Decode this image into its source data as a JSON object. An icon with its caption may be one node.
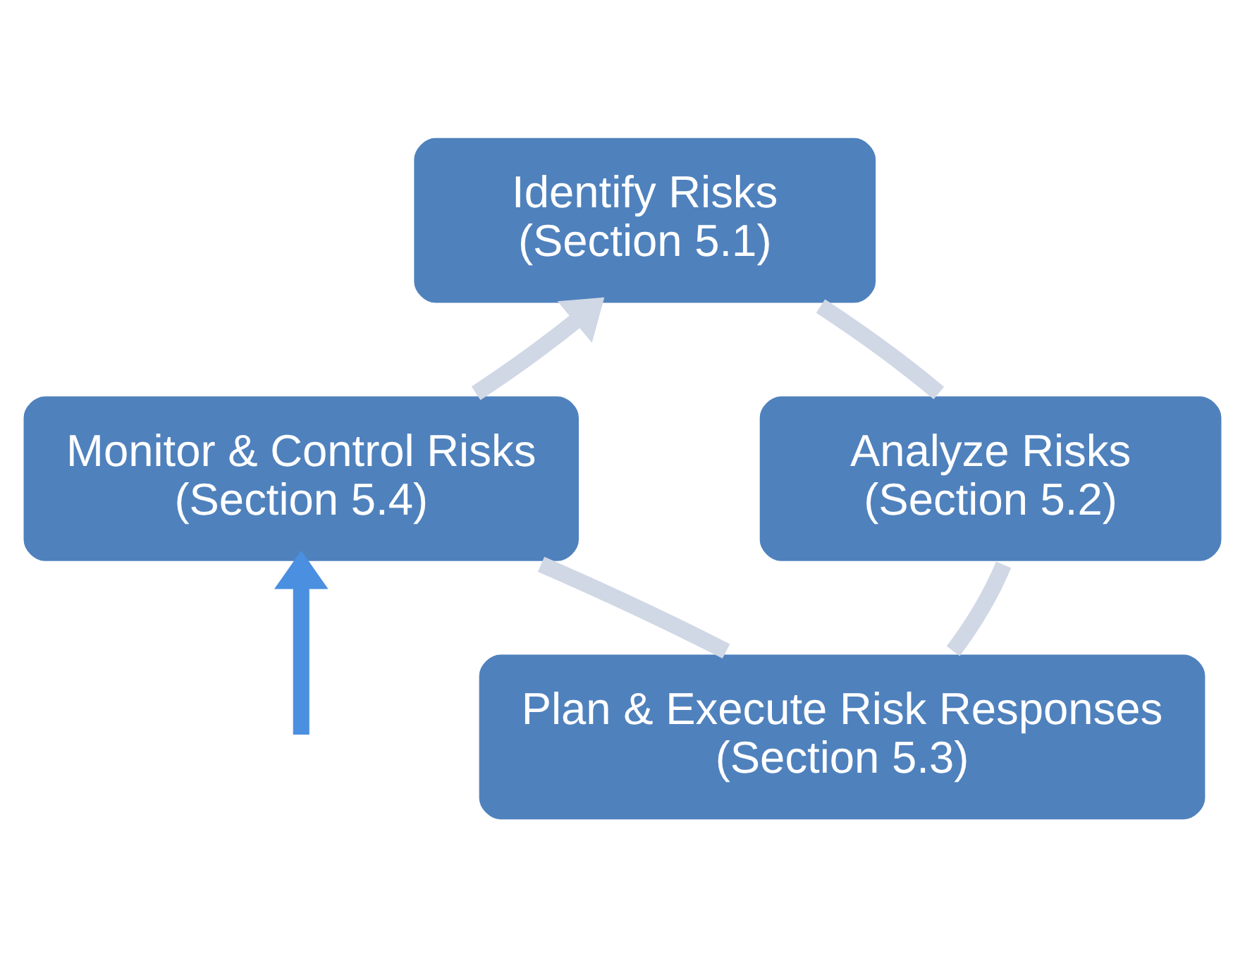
{
  "diagram": {
    "nodes": [
      {
        "text": [
          "Identify Risks",
          "(Section 5.1)"
        ]
      },
      {
        "text": [
          "Analyze Risks",
          "(Section 5.2)"
        ]
      },
      {
        "text": [
          "Plan & Execute Risk Responses",
          "(Section 5.3)"
        ]
      },
      {
        "text": [
          "Monitor & Control Risks",
          "(Section 5.4)"
        ]
      }
    ],
    "edges": [
      {
        "from": 0,
        "to": 1,
        "arrow": "none"
      },
      {
        "from": 1,
        "to": 2,
        "arrow": "none"
      },
      {
        "from": 2,
        "to": 3,
        "arrow": "none"
      },
      {
        "from": 3,
        "to": 0,
        "arrow": "to"
      },
      {
        "from": null,
        "to": 3,
        "arrow": "to",
        "color": "#4a8fe0"
      }
    ]
  }
}
